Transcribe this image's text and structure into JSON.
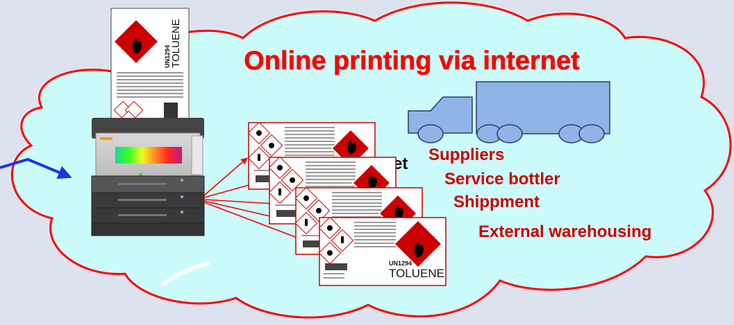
{
  "title": "Online printing via internet",
  "partial_label": "et",
  "destinations": [
    "Suppliers",
    "Service bottler",
    "Shippment",
    "External warehousing"
  ],
  "label": {
    "un_number": "UN1294",
    "substance": "TOLUENE"
  },
  "colors": {
    "cloud_fill": "#ccfbfb",
    "cloud_stroke": "#ff0000",
    "title_text": "#ff0000",
    "destination_text": "#cc0000",
    "truck": "#90b4e6",
    "arrow_blue": "#1a33e6",
    "arrow_red": "#ff0000",
    "hazard_red": "#cc0000"
  },
  "icons": {
    "printer": "printer-icon",
    "truck": "truck-icon",
    "flammable": "flame-icon"
  }
}
